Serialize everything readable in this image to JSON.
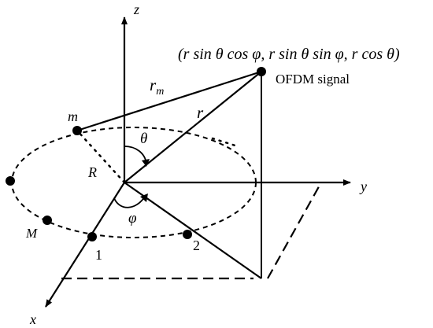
{
  "axes": {
    "x": "x",
    "y": "y",
    "z": "z"
  },
  "point": {
    "coords": "(r sin θ cos φ, r sin θ sin φ, r cos θ)",
    "name": "OFDM signal"
  },
  "distances": {
    "r": "r",
    "r_m": "r",
    "r_m_sub": "m",
    "R": "R"
  },
  "angles": {
    "theta": "θ",
    "phi": "φ"
  },
  "elements": {
    "m": "m",
    "M": "M",
    "one": "1",
    "two": "2"
  }
}
